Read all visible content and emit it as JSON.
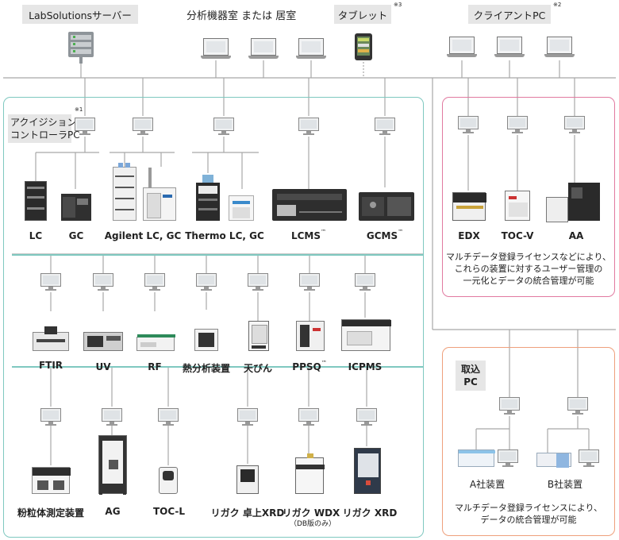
{
  "labels": {
    "server": "LabSolutionsサーバー",
    "room": "分析機器室 または 居室",
    "tablet": "タブレット",
    "tablet_note": "※3",
    "client": "クライアントPC",
    "client_note": "※2",
    "acq_line1": "アクイジション",
    "acq_line2": "コントローラPC",
    "acq_note": "※1",
    "import_line1": "取込",
    "import_line2": "PC"
  },
  "instruments_row1": [
    {
      "name": "LC"
    },
    {
      "name": "GC"
    },
    {
      "name": "Agilent LC, GC"
    },
    {
      "name": "Thermo LC, GC"
    },
    {
      "name": "LCMS",
      "tm": "™"
    },
    {
      "name": "GCMS",
      "tm": "™"
    }
  ],
  "instruments_row2": [
    {
      "name": "FTIR"
    },
    {
      "name": "UV"
    },
    {
      "name": "RF"
    },
    {
      "name": "熱分析装置"
    },
    {
      "name": "天びん"
    },
    {
      "name": "PPSQ",
      "tm": "™"
    },
    {
      "name": "ICPMS"
    }
  ],
  "instruments_row3": [
    {
      "name": "粉粒体測定装置"
    },
    {
      "name": "AG"
    },
    {
      "name": "TOC-L"
    },
    {
      "name": "リガク 卓上XRD"
    },
    {
      "name": "リガク WDX",
      "sub": "（DB版のみ）"
    },
    {
      "name": "リガク XRD"
    }
  ],
  "pink_box": {
    "instruments": [
      {
        "name": "EDX"
      },
      {
        "name": "TOC-V"
      },
      {
        "name": "AA"
      }
    ],
    "note_lines": [
      "マルチデータ登録ライセンスなどにより、",
      "これらの装置に対するユーザー管理の",
      "一元化とデータの統合管理が可能"
    ]
  },
  "orange_box": {
    "instruments": [
      {
        "name": "A社装置"
      },
      {
        "name": "B社装置"
      }
    ],
    "note_lines": [
      "マルチデータ登録ライセンスにより、",
      "データの統合管理が可能"
    ]
  },
  "colors": {
    "teal_border": "#7fc8c0",
    "pink_border": "#e17aa0",
    "orange_border": "#eea07c",
    "line": "#a8a8a8",
    "tag_bg": "#e6e6e6"
  }
}
